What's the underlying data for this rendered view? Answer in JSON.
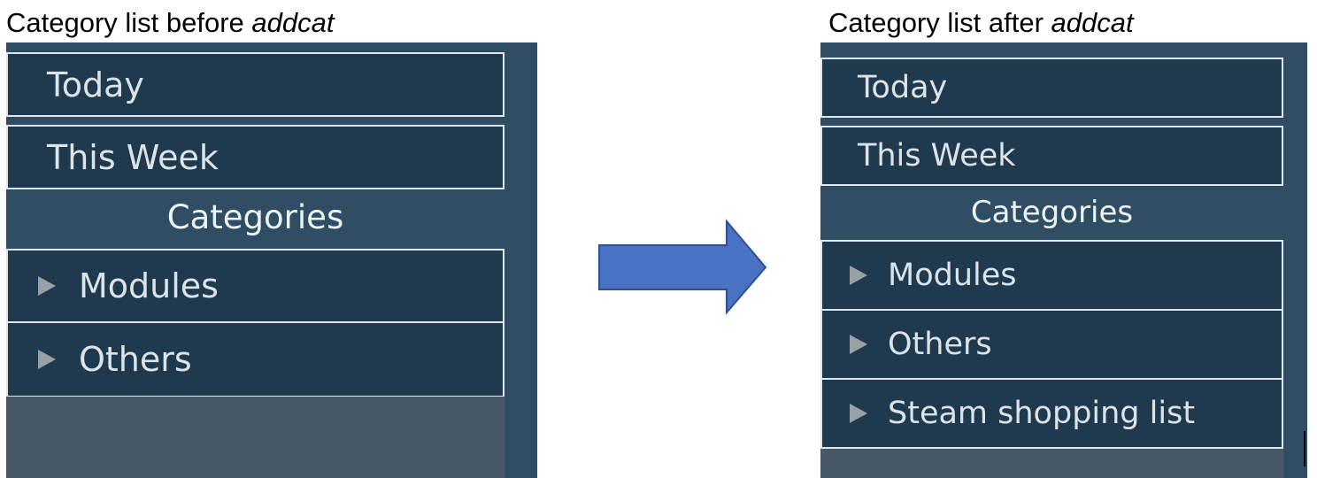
{
  "before": {
    "caption_prefix": "Category list before ",
    "caption_command": "addcat",
    "items": [
      {
        "label": "Today"
      },
      {
        "label": "This Week"
      }
    ],
    "categories_heading": "Categories",
    "categories": [
      {
        "label": "Modules",
        "icon": "triangle-right-icon"
      },
      {
        "label": "Others",
        "icon": "triangle-right-icon"
      }
    ]
  },
  "after": {
    "caption_prefix": "Category list after ",
    "caption_command": "addcat",
    "items": [
      {
        "label": "Today"
      },
      {
        "label": "This Week"
      }
    ],
    "categories_heading": "Categories",
    "categories": [
      {
        "label": "Modules",
        "icon": "triangle-right-icon"
      },
      {
        "label": "Others",
        "icon": "triangle-right-icon"
      },
      {
        "label": "Steam shopping list",
        "icon": "triangle-right-icon"
      }
    ]
  },
  "arrow": {
    "icon": "arrow-right-icon",
    "color": "#4a72c4"
  },
  "colors": {
    "panel_bg": "#2f4e63",
    "item_bg": "#1f3a4e",
    "item_border": "#dfe7ee",
    "item_text": "#dce4ea",
    "empty_area": "#475866",
    "expand_triangle": "#9aa1a6"
  }
}
